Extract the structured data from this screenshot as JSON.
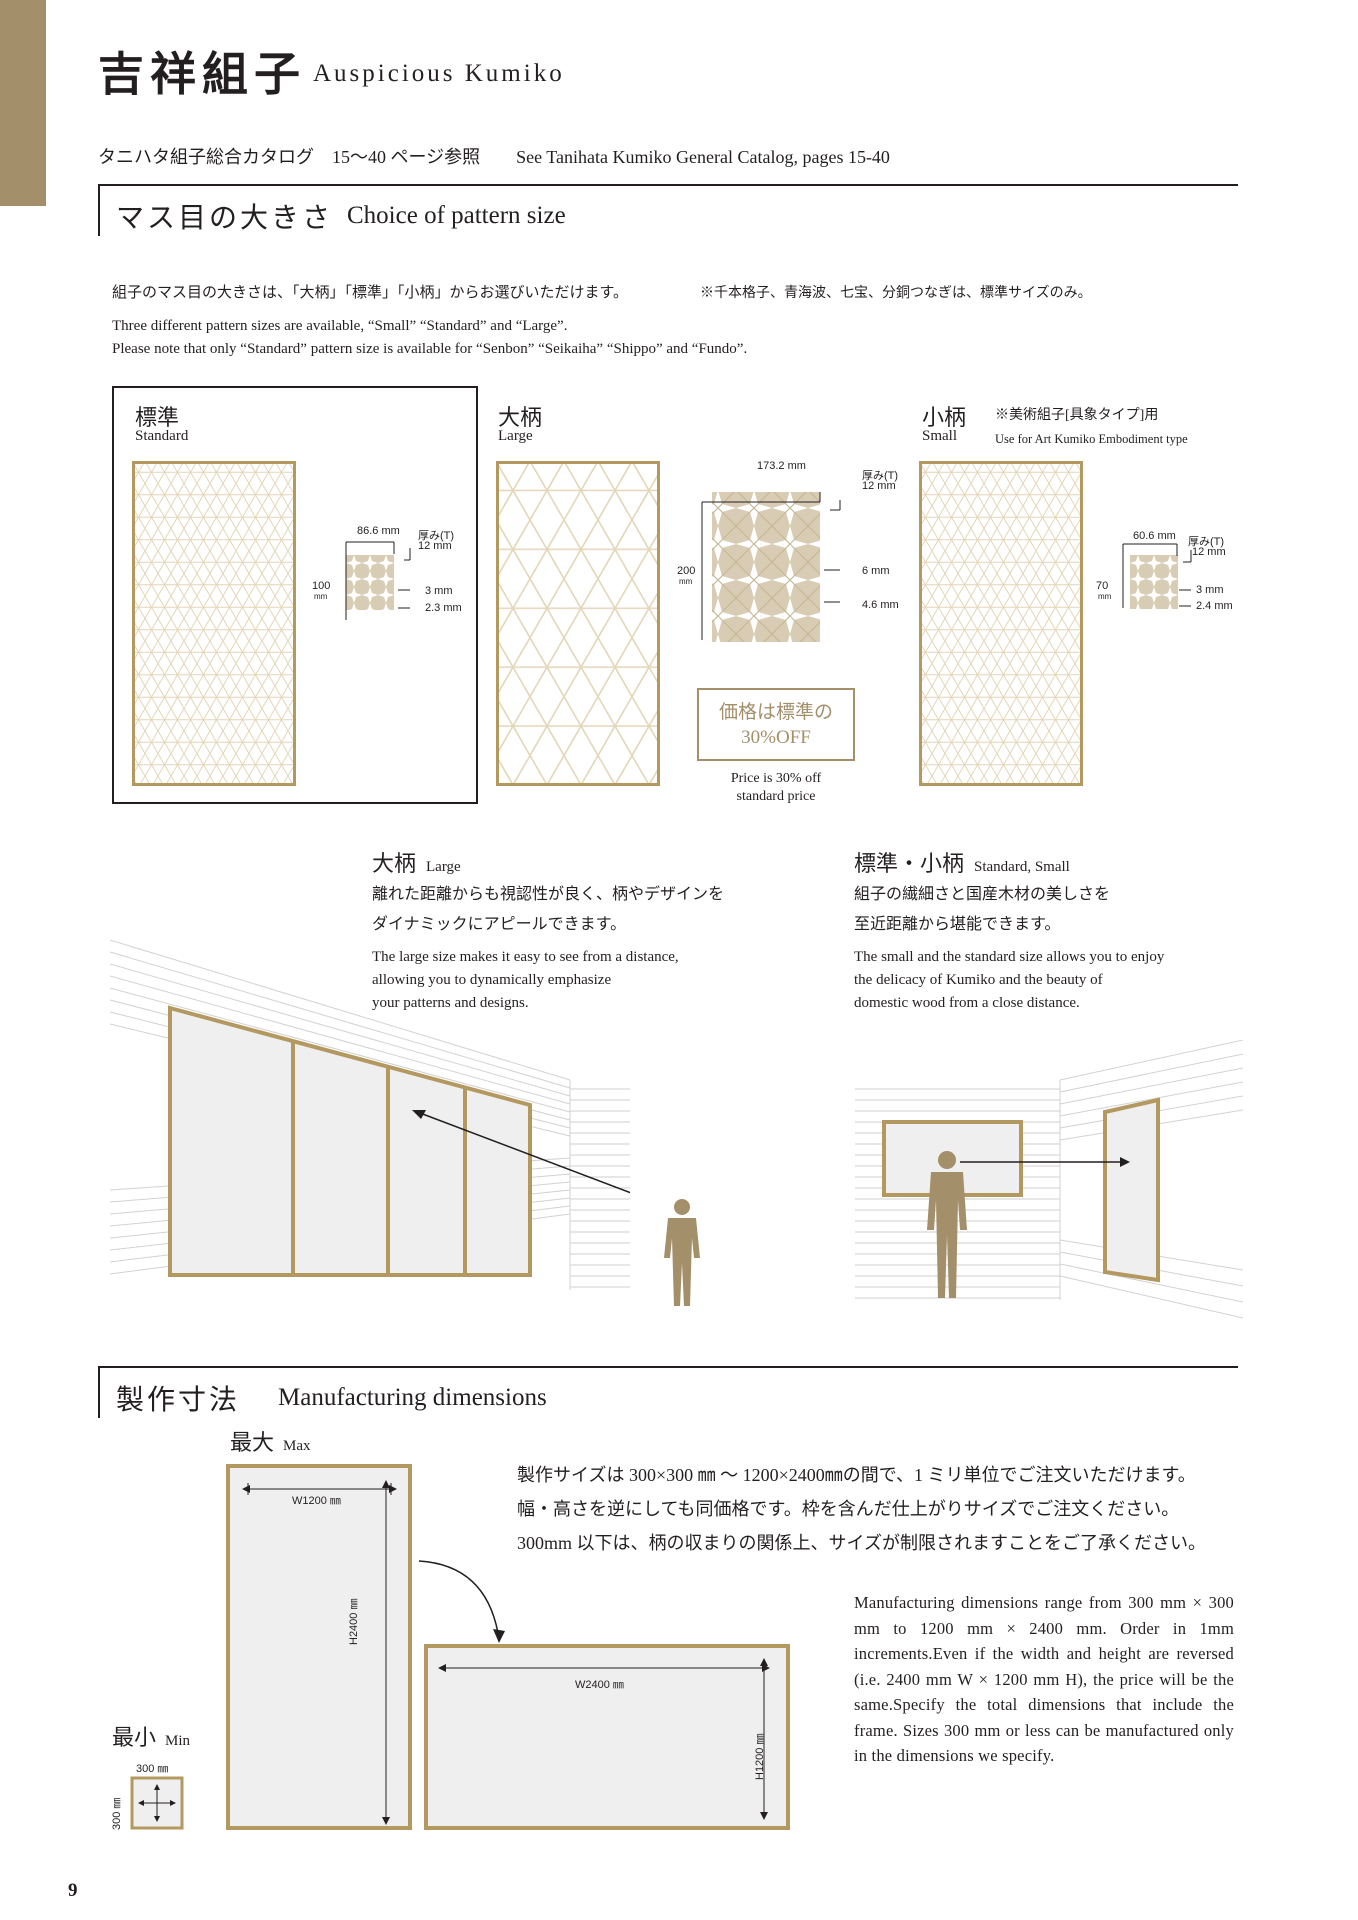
{
  "header": {
    "title_jp": "吉祥組子",
    "title_en": "Auspicious Kumiko",
    "reference": "タニハタ組子総合カタログ　15〜40 ページ参照　　See Tanihata Kumiko General Catalog, pages 15-40"
  },
  "section_size": {
    "title_jp": "マス目の大きさ",
    "title_en": "Choice of pattern size",
    "desc_jp": "組子のマス目の大きさは、「大柄」「標準」「小柄」からお選びいただけます。",
    "note_jp": "※千本格子、青海波、七宝、分銅つなぎは、標準サイズのみ。",
    "desc_en_1": "Three different pattern sizes are available, “Small” “Standard” and “Large”.",
    "desc_en_2": "Please note that only “Standard” pattern size is available for “Senbon” “Seikaiha” “Shippo” and “Fundo”."
  },
  "sizes": {
    "standard": {
      "label_jp": "標準",
      "label_en": "Standard",
      "width": "86.6 mm",
      "height_num": "100",
      "height_unit": "mm",
      "thickness": "厚み(T)",
      "thickness_value": "12 mm",
      "dim_a": "3 mm",
      "dim_b": "2.3 mm"
    },
    "large": {
      "label_jp": "大柄",
      "label_en": "Large",
      "width": "173.2 mm",
      "height_num": "200",
      "height_unit": "mm",
      "thickness": "厚み(T)",
      "thickness_value": "12 mm",
      "dim_a": "6 mm",
      "dim_b": "4.6 mm"
    },
    "small": {
      "label_jp": "小柄",
      "label_en": "Small",
      "note_jp": "※美術組子[具象タイプ]用",
      "note_en": "Use for Art Kumiko Embodiment type",
      "width": "60.6 mm",
      "height_num": "70",
      "height_unit": "mm",
      "thickness": "厚み(T)",
      "thickness_value": "12 mm",
      "dim_a": "3 mm",
      "dim_b": "2.4 mm"
    }
  },
  "price": {
    "jp_line1": "価格は標準の",
    "jp_line2": "30%OFF",
    "en_line1": "Price is 30% off",
    "en_line2": "standard price"
  },
  "viewing": {
    "large": {
      "title_jp": "大柄",
      "title_en": "Large",
      "text_jp_1": "離れた距離からも視認性が良く、柄やデザインを",
      "text_jp_2": "ダイナミックにアピールできます。",
      "text_en_1": "The large size makes it easy to see from a distance,",
      "text_en_2": "allowing you to dynamically emphasize",
      "text_en_3": "your patterns and designs."
    },
    "standard_small": {
      "title_jp": "標準・小柄",
      "title_en": "Standard, Small",
      "text_jp_1": "組子の繊細さと国産木材の美しさを",
      "text_jp_2": "至近距離から堪能できます。",
      "text_en_1": "The small and the standard size allows you to enjoy",
      "text_en_2": "the delicacy of Kumiko and the beauty of",
      "text_en_3": "domestic wood from a close distance."
    }
  },
  "section_mfg": {
    "title_jp": "製作寸法",
    "title_en": "Manufacturing dimensions",
    "max_jp": "最大",
    "max_en": "Max",
    "min_jp": "最小",
    "min_en": "Min",
    "max_w": "W1200 ㎜",
    "max_h": "H2400 ㎜",
    "rot_w": "W2400 ㎜",
    "rot_h": "H1200 ㎜",
    "min_w": "300 ㎜",
    "min_h": "300 ㎜",
    "text_jp_1": "製作サイズは 300×300 ㎜ 〜 1200×2400㎜の間で、1 ミリ単位でご注文いただけます。",
    "text_jp_2": "幅・高さを逆にしても同価格です。枠を含んだ仕上がりサイズでご注文ください。",
    "text_jp_3": "300mm 以下は、柄の収まりの関係上、サイズが制限されますことをご了承ください。",
    "text_en": "Manufacturing dimensions range from 300 mm × 300 mm to 1200 mm × 2400 mm. Order in 1mm increments.Even if the width and height are reversed (i.e. 2400 mm W × 1200 mm H), the price will be the same.Specify the total dimensions that include the frame. Sizes 300 mm or less can be manufactured only in the dimensions we specify."
  },
  "page_number": "9",
  "colors": {
    "accent": "#a38f6a",
    "frame": "#b3995f",
    "pattern_fill": "#d9ccb4",
    "grid": "#e4d6b8",
    "text": "#231f20"
  }
}
